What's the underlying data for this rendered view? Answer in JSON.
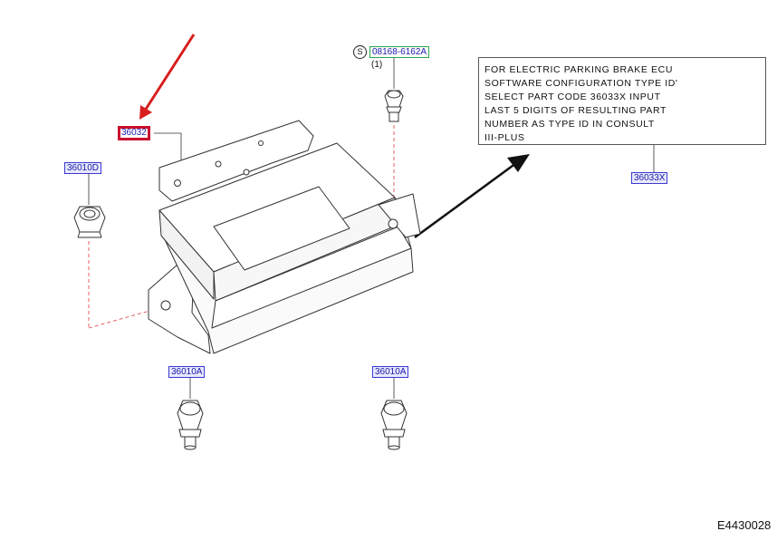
{
  "callouts": {
    "part_36032": "36032",
    "part_36010d": "36010D",
    "part_08168": "08168-6162A",
    "part_36010a_left": "36010A",
    "part_36010a_right": "36010A",
    "part_36033x": "36033X"
  },
  "bolt_symbol": "S",
  "bolt_quantity": "(1)",
  "note_lines": [
    "FOR ELECTRIC PARKING BRAKE ECU",
    "SOFTWARE CONFIGURATION TYPE ID'",
    "SELECT PART CODE 36033X INPUT",
    "LAST 5 DIGITS OF RESULTING PART",
    "NUMBER AS TYPE ID IN CONSULT",
    "III-PLUS"
  ],
  "figure_id": "E4430028",
  "colors": {
    "highlight_border": "#c8102e",
    "callout_border": "#3a3ad0",
    "callout_text": "#1a1aa8",
    "leader_dash": "#e05050",
    "arrow_red": "#d81e1e"
  },
  "icons": [
    "red-arrow-icon",
    "black-arrow-icon",
    "ecu-unit-icon",
    "nut-icon",
    "bolt-icon"
  ]
}
